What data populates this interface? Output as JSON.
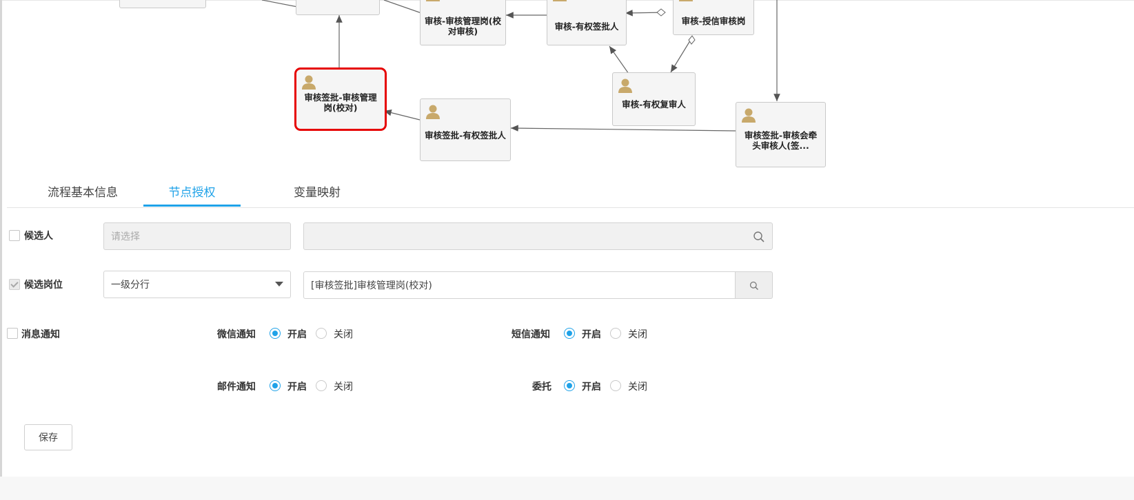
{
  "diagram": {
    "nodes": {
      "audit_mgmt_post_check_audit": "审核-审核管理岗(校对审核)",
      "audit_authorized_signer": "审核-有权签批人",
      "audit_credit_post": "审核-授信审核岗",
      "sign_audit_mgmt_post_check": "审核签批-审核管理岗(校对)",
      "audit_authorized_reviewer": "审核-有权复审人",
      "sign_authorized_signer": "审核签批-有权签批人",
      "sign_lead_auditor": "审核签批-审核会牵头审核人(签..."
    }
  },
  "tabs": [
    {
      "label": "流程基本信息"
    },
    {
      "label": "节点授权"
    },
    {
      "label": "变量映射"
    }
  ],
  "form": {
    "candidate": {
      "label": "候选人",
      "select_placeholder": "请选择",
      "search_value": ""
    },
    "candidate_post": {
      "label": "候选岗位",
      "select_value": "一级分行",
      "search_value": "[审核签批]审核管理岗(校对)"
    },
    "notification": {
      "label": "消息通知",
      "wechat": {
        "label": "微信通知",
        "on": "开启",
        "off": "关闭",
        "selected": "开启"
      },
      "sms": {
        "label": "短信通知",
        "on": "开启",
        "off": "关闭",
        "selected": "开启"
      },
      "email": {
        "label": "邮件通知",
        "on": "开启",
        "off": "关闭",
        "selected": "开启"
      },
      "delegate": {
        "label": "委托",
        "on": "开启",
        "off": "关闭",
        "selected": "开启"
      }
    },
    "save_label": "保存"
  },
  "colors": {
    "accent": "#1fa2e8",
    "selected_node_border": "#e60000",
    "person_icon": "#c8a96b"
  }
}
